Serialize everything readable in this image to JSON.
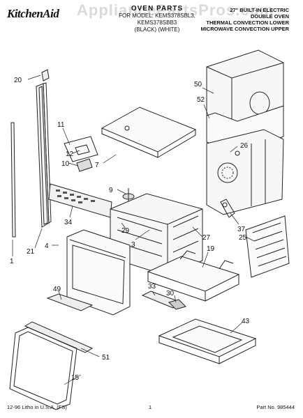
{
  "header": {
    "brand": "KitchenAid",
    "watermark": "AppliancePartsPros.com",
    "center_lines": [
      "OVEN PARTS",
      "FOR MODEL: KEMS378SBL3, KEMS378SBB3",
      "(BLACK)      (WHITE)"
    ],
    "right_lines": [
      "27\" BUILT-IN ELECTRIC",
      "DOUBLE OVEN",
      "THERMAL CONVECTION LOWER",
      "MICROWAVE CONVECTION UPPER"
    ]
  },
  "callouts": [
    "20",
    "1",
    "21",
    "4",
    "49",
    "15",
    "11",
    "12",
    "10",
    "7",
    "34",
    "9",
    "29",
    "3",
    "51",
    "33",
    "30",
    "50",
    "52",
    "26",
    "37",
    "25",
    "27",
    "19",
    "43"
  ],
  "footer": {
    "left": "12-96 Litho in U.S.A. (FS)",
    "center": "1",
    "right": "Part No. 985444"
  }
}
